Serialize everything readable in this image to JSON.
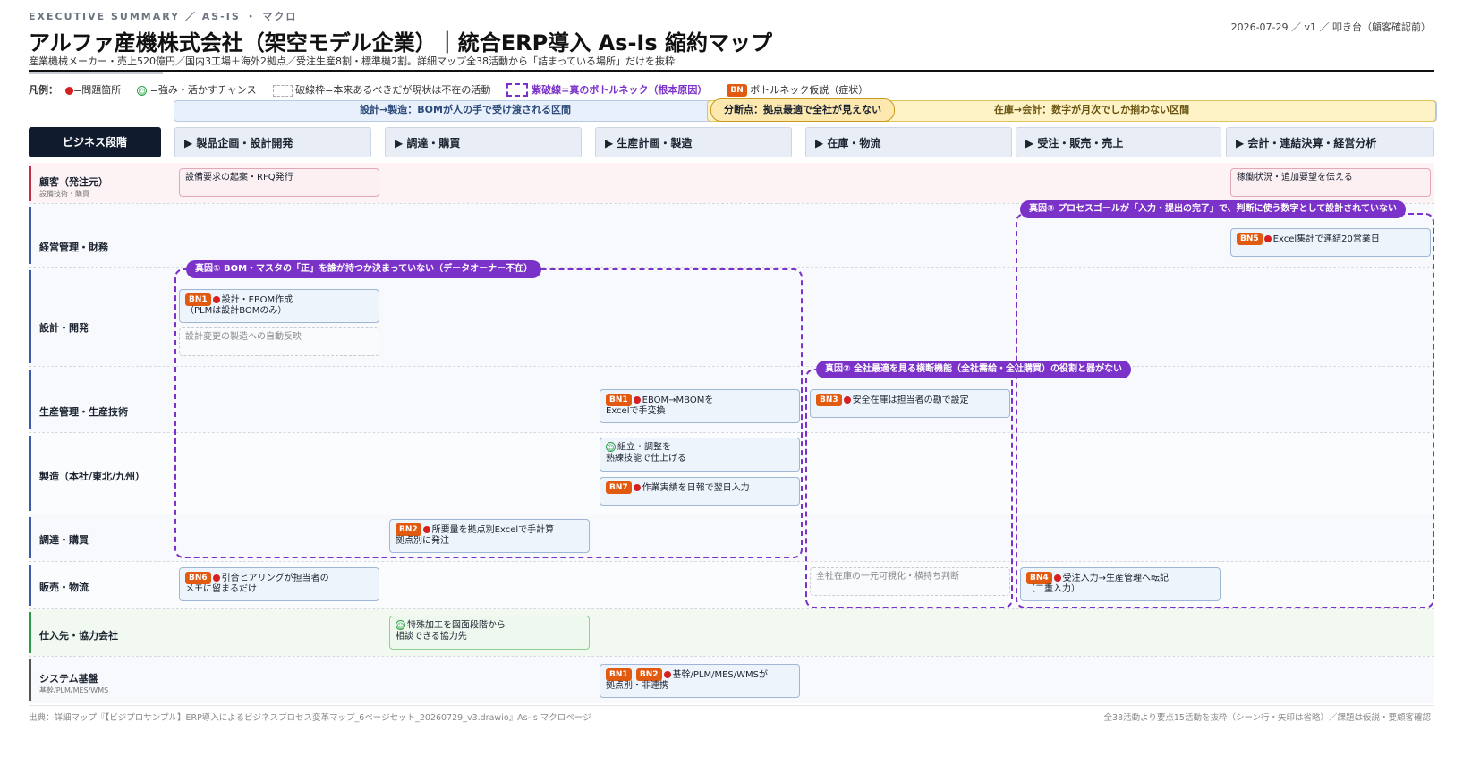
{
  "header": {
    "eyebrow": "EXECUTIVE SUMMARY ／ AS-IS ・ マクロ",
    "title": "アルファ産機株式会社（架空モデル企業）｜統合ERP導入 As-Is 縮約マップ",
    "subtitle": "産業機械メーカー・売上520億円／国内3工場＋海外2拠点／受注生産8割・標準機2割。詳細マップ全38活動から「詰まっている場所」だけを抜粋",
    "meta": "2026-07-29 ／ v1 ／ 叩き台（顧客確認前）"
  },
  "legend": {
    "label": "凡例：",
    "problem": "=問題箇所",
    "strength": "=強み・活かすチャンス",
    "dashed": "破線枠=本来あるべきだが現状は不在の活動",
    "purple": "紫破線=真のボトルネック（根本原因）",
    "bn_badge": "BN",
    "bn_desc": "ボトルネック仮説（症状）"
  },
  "bands": {
    "blue": "設計→製造：BOMが人の手で受け渡される区間",
    "split": "分断点：拠点最適で全社が見えない",
    "yellow": "在庫→会計：数字が月次でしか揃わない区間"
  },
  "header_label": "ビジネス段階",
  "phases": [
    "▶ 製品企画・設計開発",
    "▶ 調達・購買",
    "▶ 生産計画・製造",
    "▶ 在庫・物流",
    "▶ 受注・販売・売上",
    "▶ 会計・連結決算・経営分析"
  ],
  "lanes": [
    {
      "label": "顧客（発注元）",
      "sub": "設備技術・購買"
    },
    {
      "label": "経営管理・財務",
      "sub": ""
    },
    {
      "label": "設計・開発",
      "sub": ""
    },
    {
      "label": "生産管理・生産技術",
      "sub": ""
    },
    {
      "label": "製造（本社/東北/九州）",
      "sub": ""
    },
    {
      "label": "調達・購買",
      "sub": ""
    },
    {
      "label": "販売・物流",
      "sub": ""
    },
    {
      "label": "仕入先・協力会社",
      "sub": ""
    },
    {
      "label": "システム基盤",
      "sub": "基幹/PLM/MES/WMS"
    }
  ],
  "cards": {
    "c1": {
      "text": "設備要求の起案・RFQ発行"
    },
    "c2": {
      "text": "稼働状況・追加要望を伝える"
    },
    "c3": {
      "badge": "BN5",
      "text": "Excel集計で連結20営業日"
    },
    "c4": {
      "badge": "BN1",
      "line1": "設計・EBOM作成",
      "line2": "（PLMは設計BOMのみ）"
    },
    "c5": {
      "text": "設計変更の製造への自動反映"
    },
    "c6": {
      "badge": "BN1",
      "line1": "EBOM→MBOMを",
      "line2": "Excelで手変換"
    },
    "c7": {
      "badge": "BN3",
      "text": "安全在庫は担当者の勘で設定"
    },
    "c8": {
      "line1": "組立・調整を",
      "line2": "熟練技能で仕上げる"
    },
    "c9": {
      "badge": "BN7",
      "text": "作業実績を日報で翌日入力"
    },
    "c10": {
      "badge": "BN2",
      "line1": "所要量を拠点別Excelで手計算",
      "line2": "拠点別に発注"
    },
    "c11": {
      "badge": "BN6",
      "line1": "引合ヒアリングが担当者の",
      "line2": "メモに留まるだけ"
    },
    "c12": {
      "text": "全社在庫の一元可視化・横持ち判断"
    },
    "c13": {
      "badge": "BN4",
      "line1": "受注入力→生産管理へ転記",
      "line2": "（二重入力）"
    },
    "c14": {
      "line1": "特殊加工を図面段階から",
      "line2": "相談できる協力先"
    },
    "c15": {
      "badge1": "BN1",
      "badge2": "BN2",
      "line1": "基幹/PLM/MES/WMSが",
      "line2": "拠点別・非連携"
    }
  },
  "zones": {
    "z1": "真因① BOM・マスタの「正」を誰が持つか決まっていない（データオーナー不在）",
    "z2": "真因② 全社最適を見る横断機能（全社需給・全社購買）の役割と器がない",
    "z3": "真因③ プロセスゴールが「入力・提出の完了」で、判断に使う数字として設計されていない"
  },
  "footer": {
    "left": "出典：詳細マップ『【ビジプロサンプル】ERP導入によるビジネスプロセス変革マップ_6ページセット_20260729_v3.drawio』As-Is マクロページ",
    "right": "全38活動より要点15活動を抜粋（シーン行・矢印は省略）／課題は仮説・要顧客確認"
  },
  "colors": {
    "problem": "#d61f1f",
    "strength": "#2ea24a",
    "root_cause": "#7b32c9",
    "bn_badge": "#e25a10",
    "header_dark": "#111b2e"
  }
}
